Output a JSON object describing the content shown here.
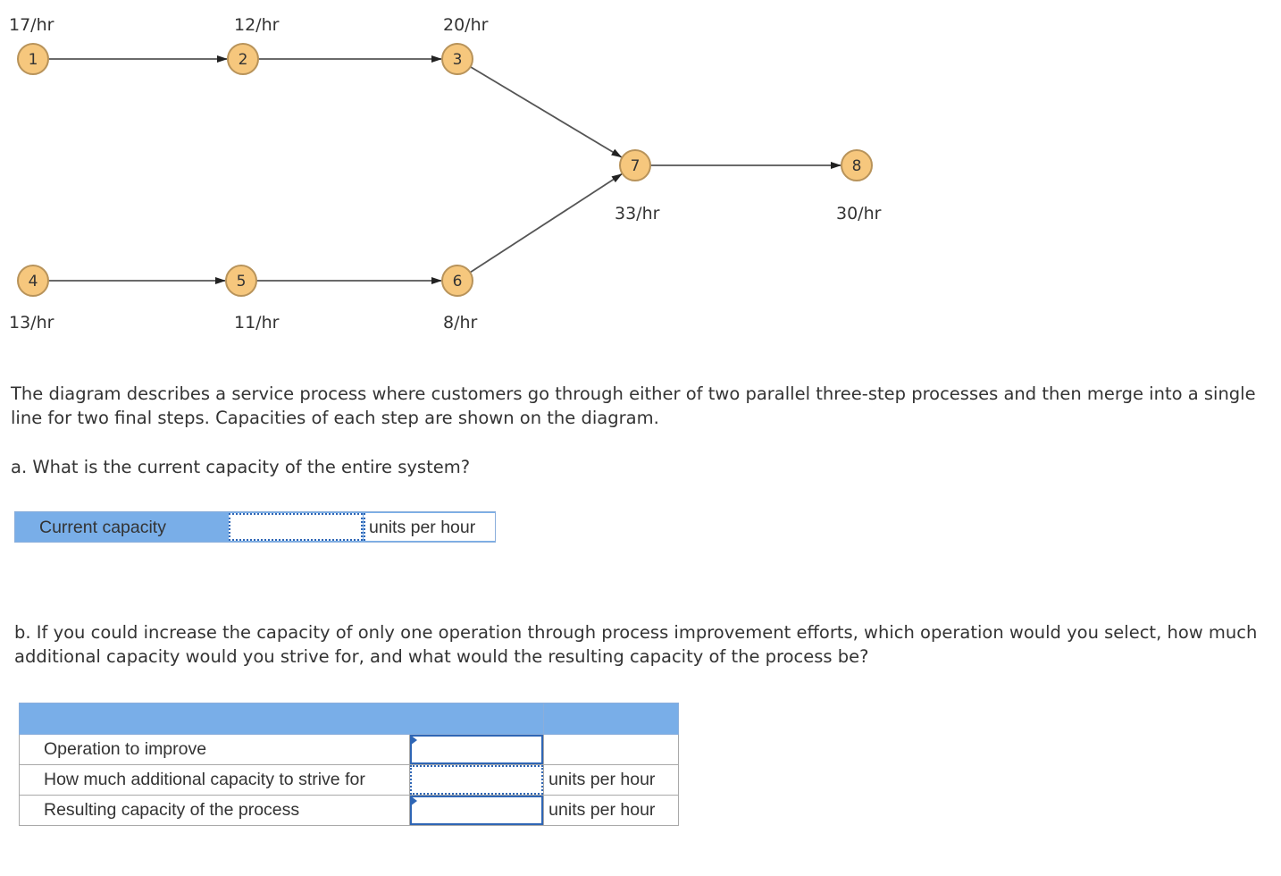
{
  "diagram": {
    "nodes": [
      {
        "id": "1",
        "rate": "17/hr"
      },
      {
        "id": "2",
        "rate": "12/hr"
      },
      {
        "id": "3",
        "rate": "20/hr"
      },
      {
        "id": "4",
        "rate": "13/hr"
      },
      {
        "id": "5",
        "rate": "11/hr"
      },
      {
        "id": "6",
        "rate": "8/hr"
      },
      {
        "id": "7",
        "rate": "33/hr"
      },
      {
        "id": "8",
        "rate": "30/hr"
      }
    ],
    "edges": [
      [
        "1",
        "2"
      ],
      [
        "2",
        "3"
      ],
      [
        "3",
        "7"
      ],
      [
        "4",
        "5"
      ],
      [
        "5",
        "6"
      ],
      [
        "6",
        "7"
      ],
      [
        "7",
        "8"
      ]
    ]
  },
  "text": {
    "description": "The diagram describes a service process where customers go through either of two parallel three-step processes and then merge into a single line for two final steps. Capacities of each step are shown on the diagram.",
    "question_a": "a. What is the current capacity of the entire system?",
    "question_b": "b. If you could increase the capacity of only one operation through process improvement efforts, which operation would you select, how much additional capacity would you strive for, and what would the resulting capacity of the process be?"
  },
  "part_a": {
    "label": "Current capacity",
    "value": "",
    "unit": "units per hour"
  },
  "part_b": {
    "rows": [
      {
        "label": "Operation to improve",
        "value": "",
        "unit": ""
      },
      {
        "label": "How much additional capacity to strive for",
        "value": "",
        "unit": "units per hour"
      },
      {
        "label": "Resulting capacity of the process",
        "value": "",
        "unit": "units per hour"
      }
    ]
  },
  "colors": {
    "node_fill": "#f6c77d",
    "header_blue": "#79aee8",
    "input_border": "#2f66b5"
  }
}
